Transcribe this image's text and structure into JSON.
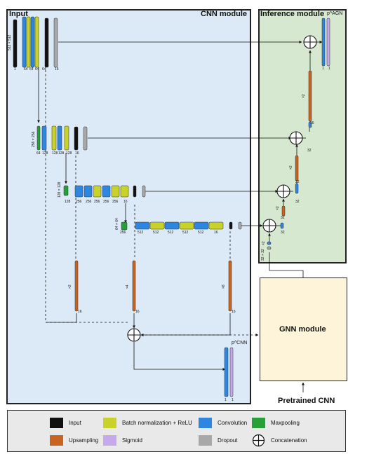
{
  "panels": {
    "input_label": "Input",
    "cnn_title": "CNN module",
    "inference_title": "Inference module",
    "gnn_label": "GNN module",
    "pretrained_label": "Pretrained CNN"
  },
  "outputs": {
    "agn": "p^AGN",
    "cnn": "p^CNN"
  },
  "colors": {
    "input": "#111111",
    "bn_relu": "#c8d22a",
    "conv": "#2f86e0",
    "maxpool": "#27a03a",
    "upsampling": "#c86420",
    "sigmoid": "#c6a9ea",
    "dropout": "#a8a8a8",
    "cnn_bg": "#dce9f7",
    "inf_bg": "#d6e8cf",
    "gnn_bg": "#fdf4d9"
  },
  "levels": [
    {
      "dim_label": "512 × 512",
      "channels": [
        "1",
        "64",
        "64",
        "64",
        "64",
        "16"
      ]
    },
    {
      "dim_label": "256 × 256",
      "channels": [
        "64",
        "128",
        "128",
        "128",
        "128",
        "16"
      ]
    },
    {
      "dim_label": "128 × 128",
      "channels": [
        "128",
        "256",
        "256",
        "256",
        "256",
        "256",
        "16"
      ]
    },
    {
      "dim_label": "64 × 64",
      "channels": [
        "256",
        "512",
        "512",
        "512",
        "512",
        "512",
        "16"
      ]
    }
  ],
  "inference": {
    "block_channels": [
      "1",
      "1"
    ],
    "upsample_factors": [
      "×2",
      "×2",
      "×2",
      "×2"
    ],
    "side_channels": [
      "16",
      "32",
      "32",
      "32",
      "32",
      "32"
    ],
    "input_dim": "32 × 32"
  },
  "cnn_side": {
    "upsample_factors": [
      "×2",
      "×4",
      "×8"
    ],
    "channels": [
      "16",
      "16",
      "16"
    ],
    "output_channels": [
      "1",
      "1"
    ]
  },
  "legend": [
    {
      "id": "input",
      "label": "Input",
      "color": "#111111"
    },
    {
      "id": "bn",
      "label": "Batch normalization + ReLU",
      "color": "#c8d22a"
    },
    {
      "id": "conv",
      "label": "Convolution",
      "color": "#2f86e0"
    },
    {
      "id": "maxpool",
      "label": "Maxpooling",
      "color": "#27a03a"
    },
    {
      "id": "upsampling",
      "label": "Upsampling",
      "color": "#c86420"
    },
    {
      "id": "sigmoid",
      "label": "Sigmoid",
      "color": "#c6a9ea"
    },
    {
      "id": "dropout",
      "label": "Dropout",
      "color": "#a8a8a8"
    },
    {
      "id": "concat",
      "label": "Concatenation",
      "color": ""
    }
  ]
}
